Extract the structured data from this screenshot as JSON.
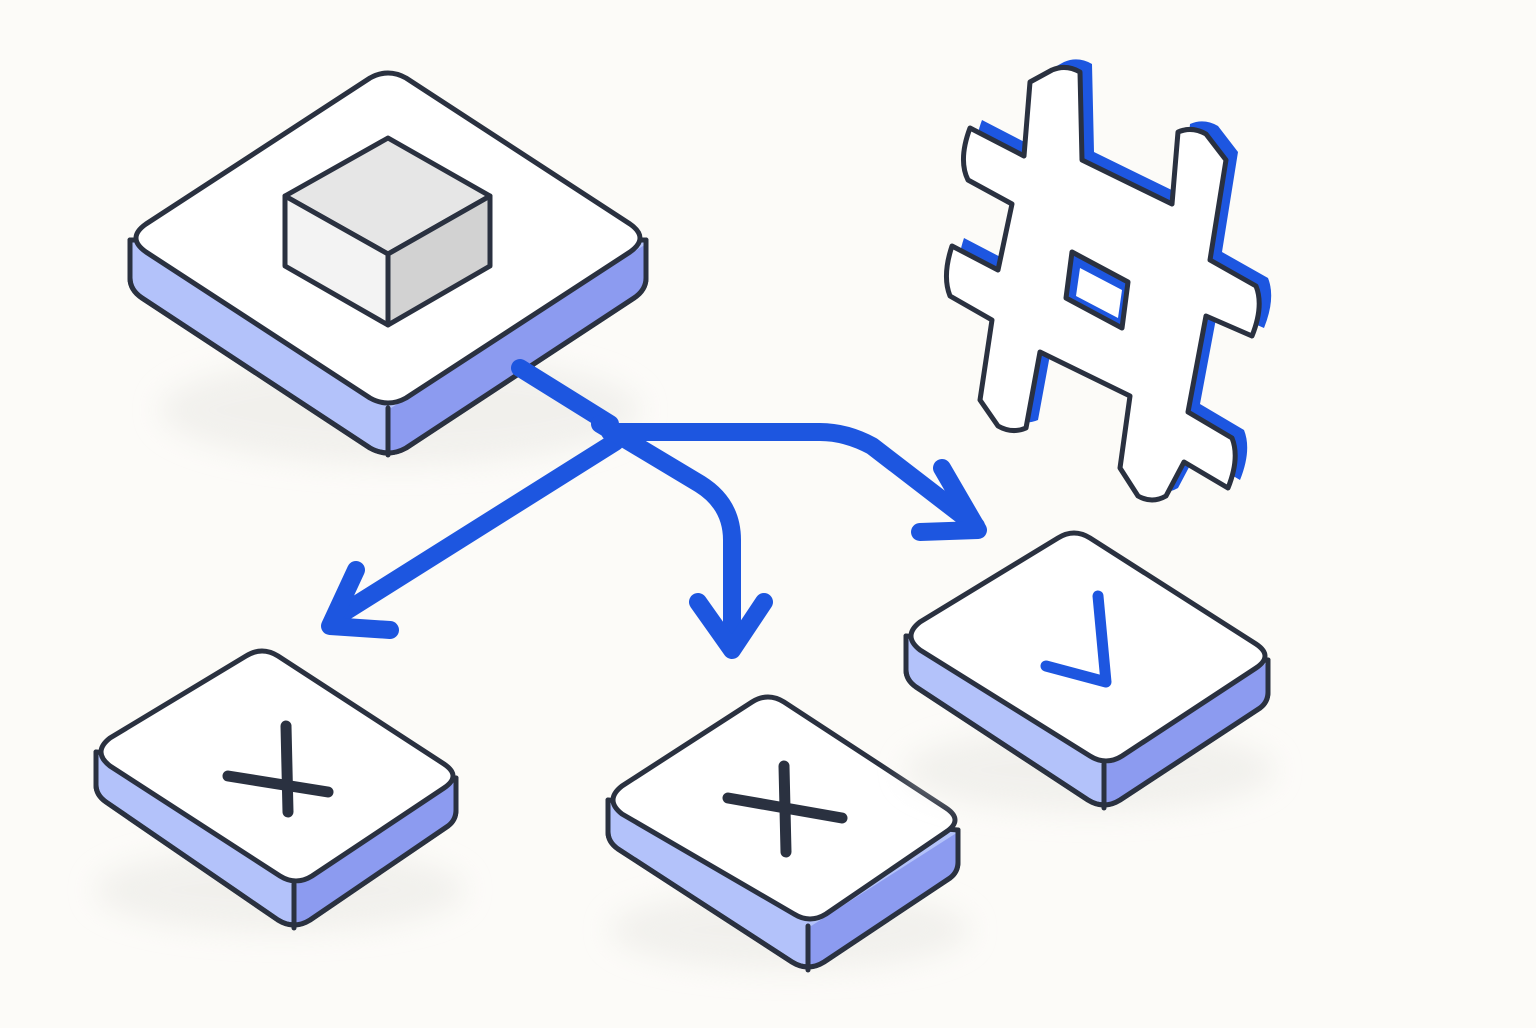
{
  "diagram": {
    "source": {
      "content": "cube-icon"
    },
    "outcomes": [
      {
        "content": "x-icon",
        "state": "rejected"
      },
      {
        "content": "x-icon",
        "state": "rejected"
      },
      {
        "content": "check-icon",
        "state": "accepted"
      }
    ],
    "decoration": "hash-icon"
  },
  "colors": {
    "background": "#fcfbf8",
    "accent": "#1d56e0",
    "outline": "#2a3140",
    "platform_top": "#ffffff",
    "platform_side_light": "#b3c2fa",
    "platform_side_dark": "#8797ee",
    "cube_top": "#e6e6e6",
    "cube_left": "#f3f3f3",
    "cube_right": "#d2d2d2"
  }
}
